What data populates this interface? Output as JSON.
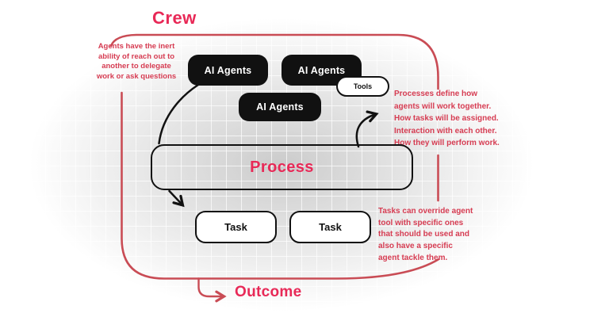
{
  "diagram": {
    "crew_label": "Crew",
    "outcome_label": "Outcome",
    "agent_boxes": [
      {
        "label": "AI Agents"
      },
      {
        "label": "AI Agents"
      },
      {
        "label": "AI Agents"
      }
    ],
    "tools_label": "Tools",
    "process_label": "Process",
    "task_boxes": [
      {
        "label": "Task"
      },
      {
        "label": "Task"
      }
    ],
    "annotations": {
      "left": [
        "Agents have the inert",
        "ability of reach out to",
        "another to delegate",
        "work or ask questions"
      ],
      "right_top": [
        "Processes define how",
        "agents will work together.",
        "How tasks will be assigned.",
        "Interaction with each other.",
        "How they will perform work."
      ],
      "right_bottom": [
        "Tasks can override agent",
        "tool with specific ones",
        "that should be used and",
        "also have a specific",
        "agent tackle them."
      ]
    }
  },
  "colors": {
    "accent_pink": "#e82957",
    "line_red": "#c94c55",
    "annotation_red": "#d63c52",
    "node_black": "#111111"
  }
}
